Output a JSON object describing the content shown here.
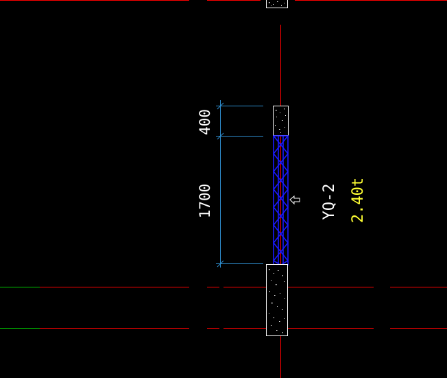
{
  "drawing": {
    "dimension_top": "400",
    "dimension_bottom": "1700",
    "wall_label": "YQ-2",
    "wall_load": "2.40t"
  },
  "colors": {
    "background": "#000000",
    "axis_line": "#ff0000",
    "axis_extension": "#00c800",
    "dimension": "#2f8fd0",
    "concrete": "#ffffff",
    "truss": "#1a1aff",
    "label": "#ffffff",
    "load": "#ffff33"
  }
}
